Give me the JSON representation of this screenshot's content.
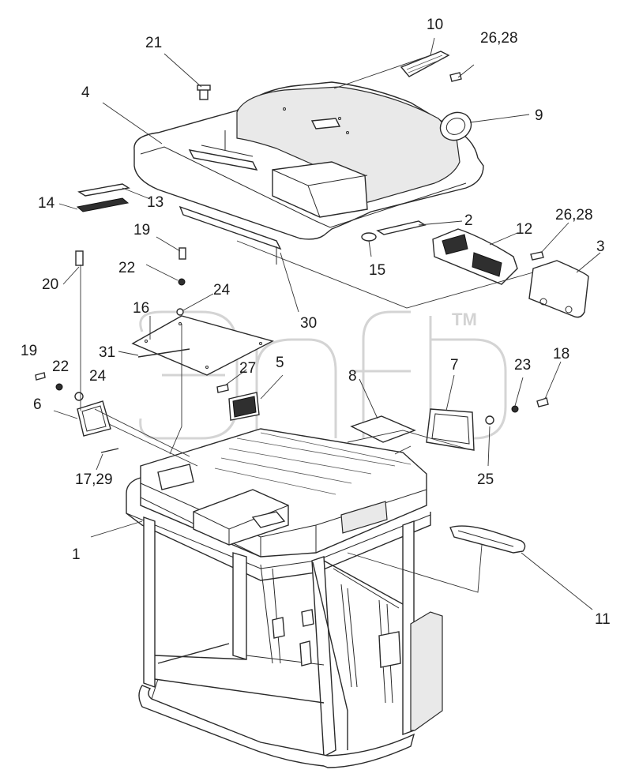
{
  "watermark": {
    "brand": "Эпф",
    "trademark": "TM"
  },
  "callouts": {
    "c1": "1",
    "c2": "2",
    "c3": "3",
    "c4": "4",
    "c5": "5",
    "c6": "6",
    "c7": "7",
    "c8": "8",
    "c9": "9",
    "c10": "10",
    "c11": "11",
    "c12": "12",
    "c13": "13",
    "c14": "14",
    "c15": "15",
    "c16": "16",
    "c17_29": "17,29",
    "c18": "18",
    "c19a": "19",
    "c19b": "19",
    "c20": "20",
    "c21": "21",
    "c22a": "22",
    "c22b": "22",
    "c23": "23",
    "c24a": "24",
    "c24b": "24",
    "c25": "25",
    "c26_28a": "26,28",
    "c26_28b": "26,28",
    "c27": "27",
    "c30": "30",
    "c31": "31"
  }
}
